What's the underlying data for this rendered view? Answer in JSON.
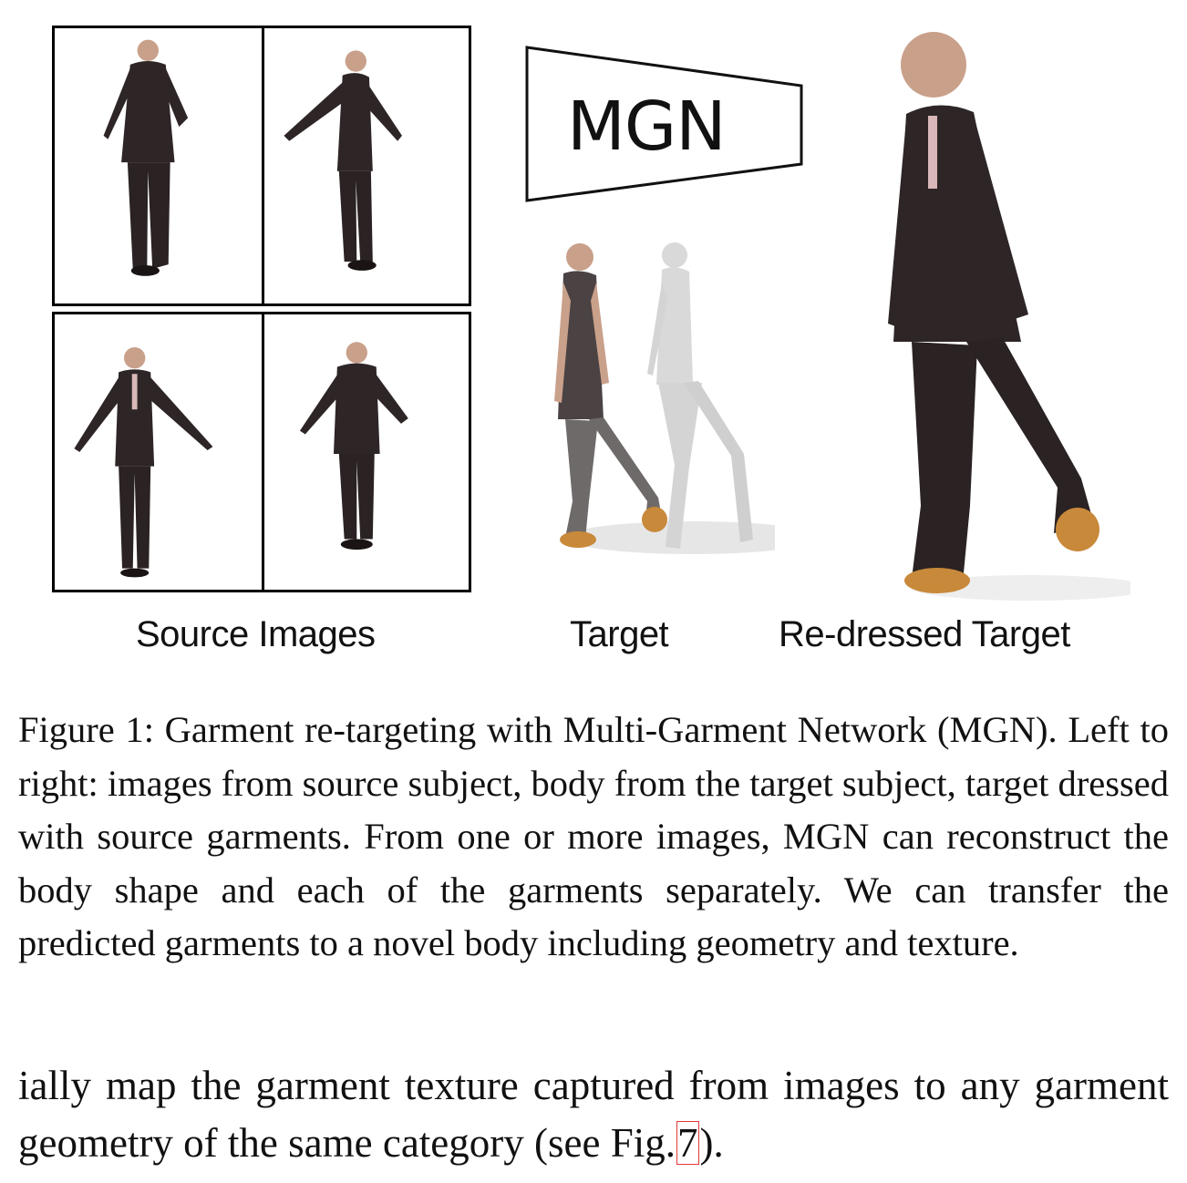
{
  "figure": {
    "source_label": "Source Images",
    "target_label": "Target",
    "redressed_label": "Re-dressed Target",
    "network_label": "MGN"
  },
  "caption": {
    "text": "Figure 1:  Garment re-targeting with Multi-Garment Network (MGN). Left to right: images from source subject, body from the target subject, target dressed with source garments.  From one or more images, MGN can reconstruct the body shape and each of the garments separately. We can transfer the predicted garments to a novel body including geometry and texture."
  },
  "body": {
    "text_before": "ially map the garment texture captured from images to any garment geometry of the same category (see Fig.",
    "fig_ref": "7",
    "text_after": ")."
  },
  "colors": {
    "suit": "#2e2526",
    "skin": "#c9a08a",
    "shirt_tee": "#4a4243",
    "jeans": "#6f6a6a",
    "boots": "#c8893a",
    "body_model": "#d9d9d9",
    "link_box": "#e53935"
  }
}
